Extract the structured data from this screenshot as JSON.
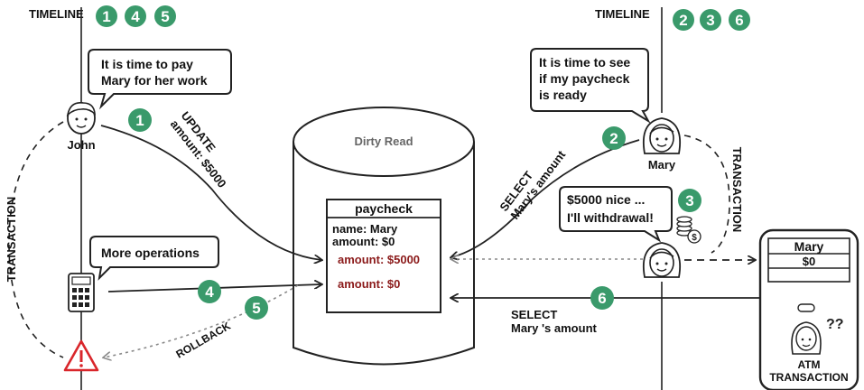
{
  "timelines": {
    "left": {
      "label": "TIMELINE",
      "steps": [
        "1",
        "4",
        "5"
      ]
    },
    "right": {
      "label": "TIMELINE",
      "steps": [
        "2",
        "3",
        "6"
      ]
    }
  },
  "left_actor": {
    "name": "John",
    "speech_line1": "It is time to pay",
    "speech_line2": "Mary for her work",
    "speech_more": "More operations",
    "transaction_label": "TRANSACTION"
  },
  "right_actor": {
    "name": "Mary",
    "speech_line1": "It is time to see",
    "speech_line2": "if my paycheck",
    "speech_line3": "is ready",
    "speech_nice_line1": "$5000 nice ...",
    "speech_nice_line2": "I'll withdrawal!",
    "transaction_label": "TRANSACTION"
  },
  "database": {
    "title": "Dirty Read",
    "table_name": "paycheck",
    "row_name": "name: Mary",
    "row_amount": "amount: $0",
    "dirty_amount": "amount: $5000",
    "rolled_amount": "amount: $0"
  },
  "arrows": {
    "update_line1": "UPDATE",
    "update_line2": "amount: $5000",
    "select_line1": "SELECT",
    "select_line2": "Mary's amount",
    "rollback": "ROLLBACK",
    "select2_line1": "SELECT",
    "select2_line2": "Mary 's amount"
  },
  "step_badges": {
    "s1": "1",
    "s2": "2",
    "s3": "3",
    "s4": "4",
    "s5": "5",
    "s6": "6"
  },
  "atm": {
    "screen_name": "Mary",
    "screen_amount": "$0",
    "label_line1": "ATM",
    "label_line2": "TRANSACTION",
    "question_marks": "??"
  },
  "colors": {
    "badge": "#3a9a6b",
    "dirty_text": "#8b1a1a",
    "warning": "#d9262b"
  }
}
